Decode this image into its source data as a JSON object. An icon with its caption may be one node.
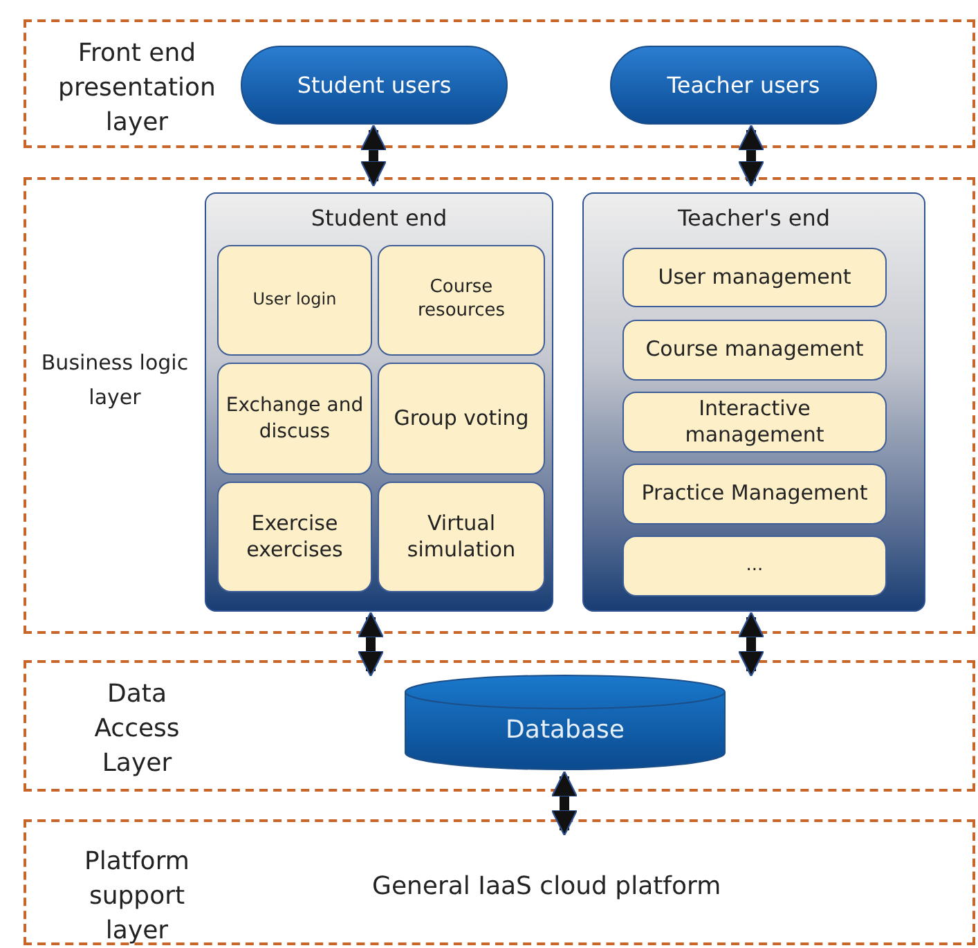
{
  "diagram": {
    "nodes": [
      {
        "text": [
          "Front end presentation layer"
        ]
      },
      {
        "text": [
          "Student users"
        ],
        "in": 0
      },
      {
        "text": [
          "Teacher users"
        ],
        "in": 0
      },
      {
        "text": [
          "Business logic layer"
        ]
      },
      {
        "text": [
          "Student end"
        ],
        "in": 3
      },
      {
        "text": [
          "User login"
        ],
        "in": 4
      },
      {
        "text": [
          "Course resources"
        ],
        "in": 4
      },
      {
        "text": [
          "Exchange and discuss"
        ],
        "in": 4
      },
      {
        "text": [
          "Group voting"
        ],
        "in": 4
      },
      {
        "text": [
          "Exercise exercises"
        ],
        "in": 4
      },
      {
        "text": [
          "Virtual simulation"
        ],
        "in": 4
      },
      {
        "text": [
          "Teacher's end"
        ],
        "in": 3
      },
      {
        "text": [
          "User management"
        ],
        "in": 11
      },
      {
        "text": [
          "Course management"
        ],
        "in": 11
      },
      {
        "text": [
          "Interactive management"
        ],
        "in": 11
      },
      {
        "text": [
          "Practice Management"
        ],
        "in": 11
      },
      {
        "text": [
          "..."
        ],
        "in": 11
      },
      {
        "text": [
          "Data Access Layer"
        ]
      },
      {
        "text": [
          "Database"
        ],
        "in": 17
      },
      {
        "text": [
          "Platform support layer",
          "General IaaS cloud platform"
        ]
      }
    ],
    "edges": [
      {
        "from": 1,
        "to": 4,
        "arrow": "both"
      },
      {
        "from": 2,
        "to": 11,
        "arrow": "both"
      },
      {
        "from": 4,
        "to": 17,
        "arrow": "both"
      },
      {
        "from": 11,
        "to": 17,
        "arrow": "both"
      },
      {
        "from": 18,
        "to": 19,
        "arrow": "both"
      }
    ]
  }
}
